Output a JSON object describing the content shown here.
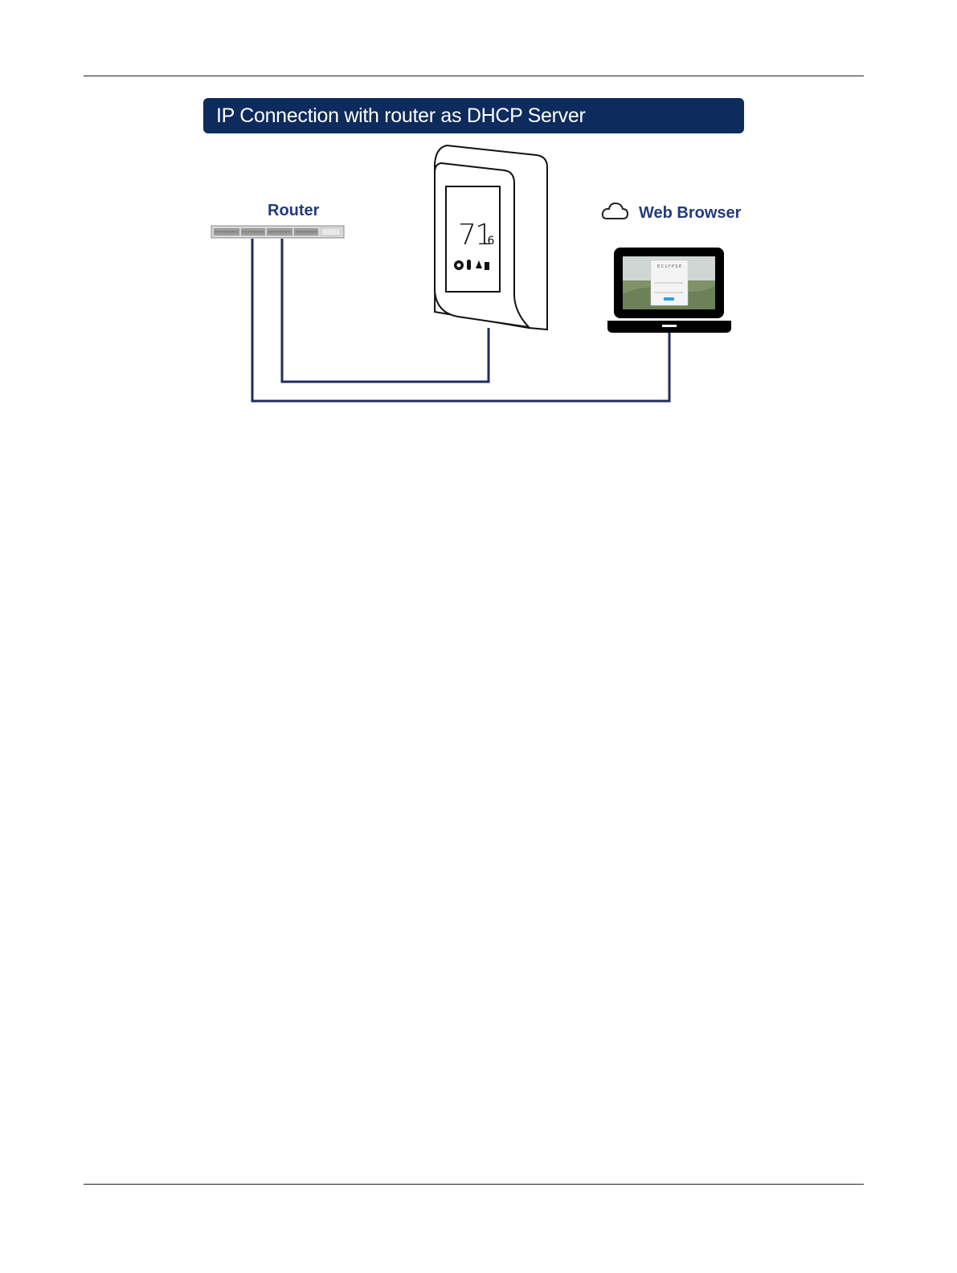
{
  "banner": {
    "title": "IP Connection with router as DHCP Server"
  },
  "labels": {
    "router": "Router",
    "web_browser": "Web Browser"
  },
  "thermostat": {
    "display_value": "71",
    "display_decimal": ".6"
  },
  "laptop": {
    "screen_brand": "ECLYPSE"
  },
  "colors": {
    "banner_bg": "#0d2b5c",
    "banner_text": "#ffffff",
    "label_text": "#243b7a",
    "cable": "#1f2d5e"
  },
  "icons": [
    "router-icon",
    "thermostat-icon",
    "cloud-icon",
    "laptop-icon"
  ]
}
